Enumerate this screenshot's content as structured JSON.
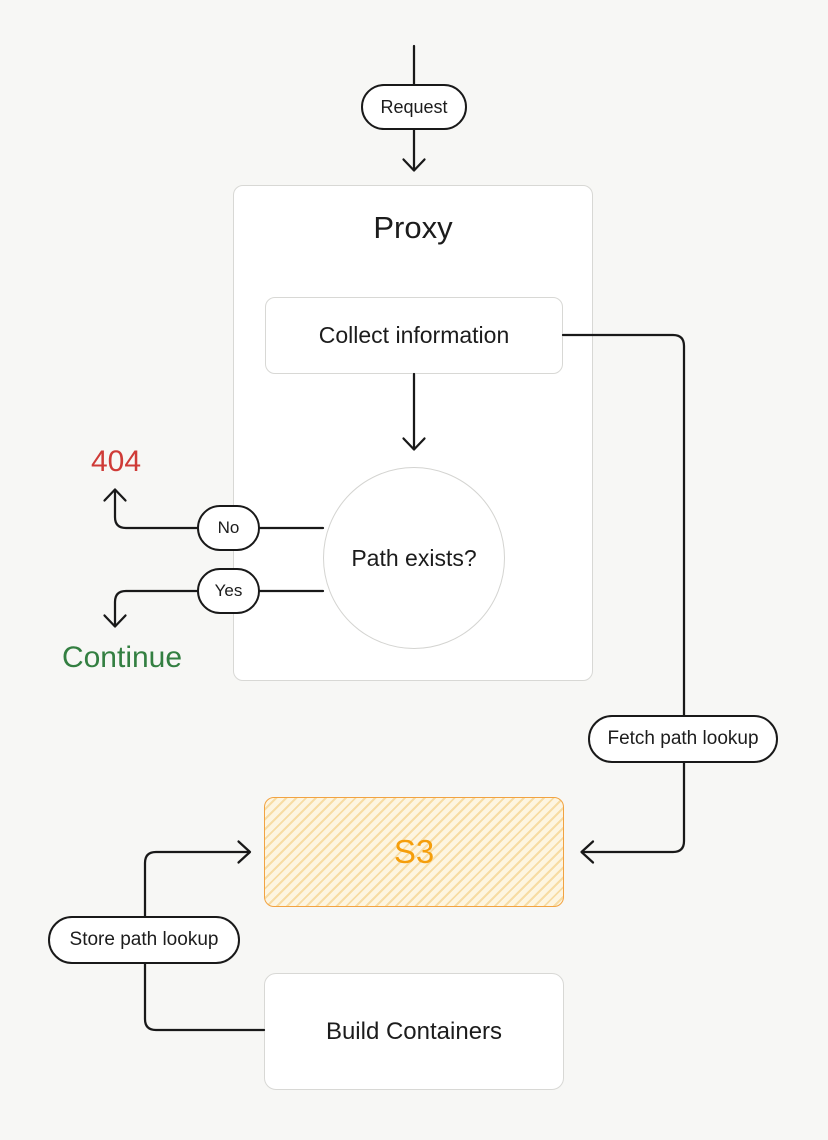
{
  "diagram": {
    "background_color": "#f7f7f5",
    "line_color": "#191919",
    "nodes": {
      "request": {
        "label": "Request"
      },
      "proxy": {
        "label": "Proxy"
      },
      "collect_information": {
        "label": "Collect information"
      },
      "path_exists": {
        "label": "Path exists?"
      },
      "no": {
        "label": "No"
      },
      "yes": {
        "label": "Yes"
      },
      "not_found": {
        "label": "404",
        "color": "#cf3b37"
      },
      "continue": {
        "label": "Continue",
        "color": "#337f41"
      },
      "fetch_path_lookup": {
        "label": "Fetch path lookup"
      },
      "s3": {
        "label": "S3",
        "text_color": "#f59e0b",
        "border_color": "#f2a341",
        "fill_color": "#fdf5e1",
        "hatch_color": "#f7dca4"
      },
      "store_path_lookup": {
        "label": "Store path lookup"
      },
      "build_containers": {
        "label": "Build Containers"
      }
    },
    "edges": [
      "entry -> request",
      "request -> proxy",
      "collect_information -> path_exists",
      "path_exists -no-> 404",
      "path_exists -yes-> continue",
      "collect_information -fetch_path_lookup-> s3",
      "build_containers -store_path_lookup-> s3"
    ]
  }
}
